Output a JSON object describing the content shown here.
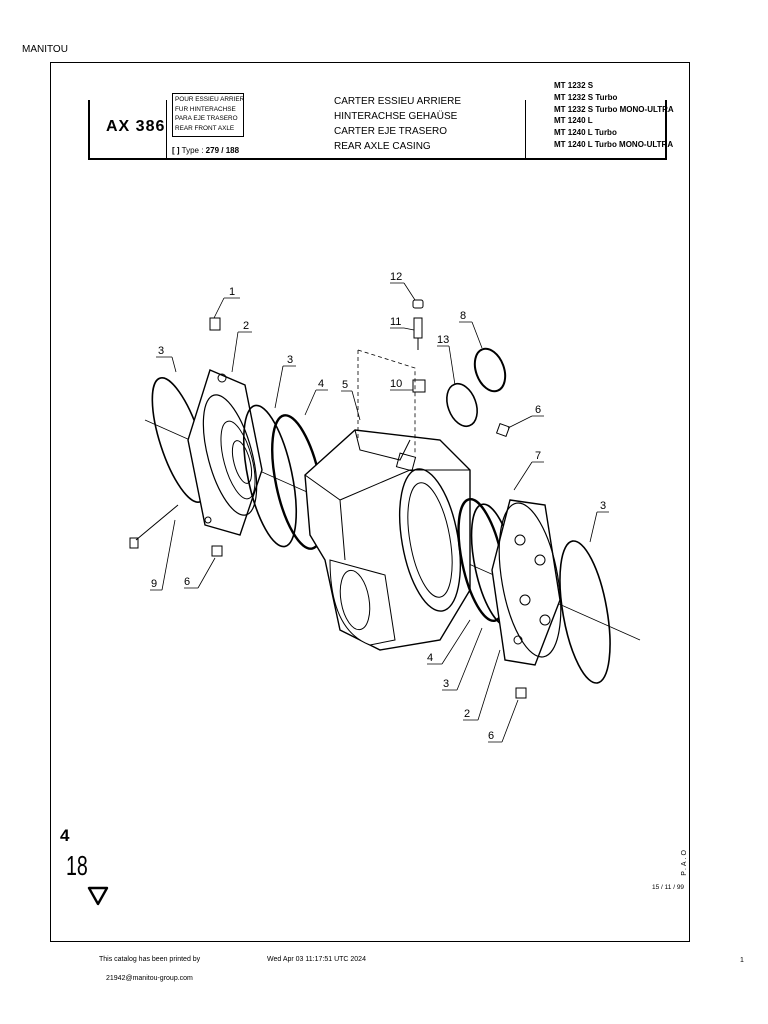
{
  "brand": "MANITOU",
  "header": {
    "ref": "AX 386",
    "axle_type_lines": [
      "POUR ESSIEU ARRIERE",
      "FUR HINTERACHSE",
      "PARA EJE TRASERO",
      "REAR FRONT AXLE"
    ],
    "type_bracket": "[ ]",
    "type_label": "Type :",
    "type_value": "279 / 188",
    "titles": [
      "CARTER ESSIEU ARRIERE",
      "HINTERACHSE GEHAÜSE",
      "CARTER EJE TRASERO",
      "REAR AXLE CASING"
    ],
    "models": [
      "MT 1232 S",
      "MT 1232 S Turbo",
      "MT 1232 S Turbo MONO-ULTRA",
      "MT 1240 L",
      "MT 1240 L Turbo",
      "MT 1240 L Turbo MONO-ULTRA"
    ]
  },
  "callouts": {
    "c1": "1",
    "c2a": "2",
    "c3a": "3",
    "c3b": "3",
    "c4a": "4",
    "c5": "5",
    "c12": "12",
    "c11": "11",
    "c10": "10",
    "c13": "13",
    "c8": "8",
    "c6a": "6",
    "c7": "7",
    "c3c": "3",
    "c9": "9",
    "c6b": "6",
    "c4b": "4",
    "c3d": "3",
    "c2b": "2",
    "c6c": "6"
  },
  "page": {
    "section": "4",
    "page": "18",
    "side_code": "P.A.O",
    "date": "15 / 11 / 99"
  },
  "footer": {
    "printed_by": "This catalog has been printed by",
    "email": "21942@manitou-group.com",
    "timestamp": "Wed Apr 03 11:17:51 UTC 2024",
    "page_number": "1"
  }
}
